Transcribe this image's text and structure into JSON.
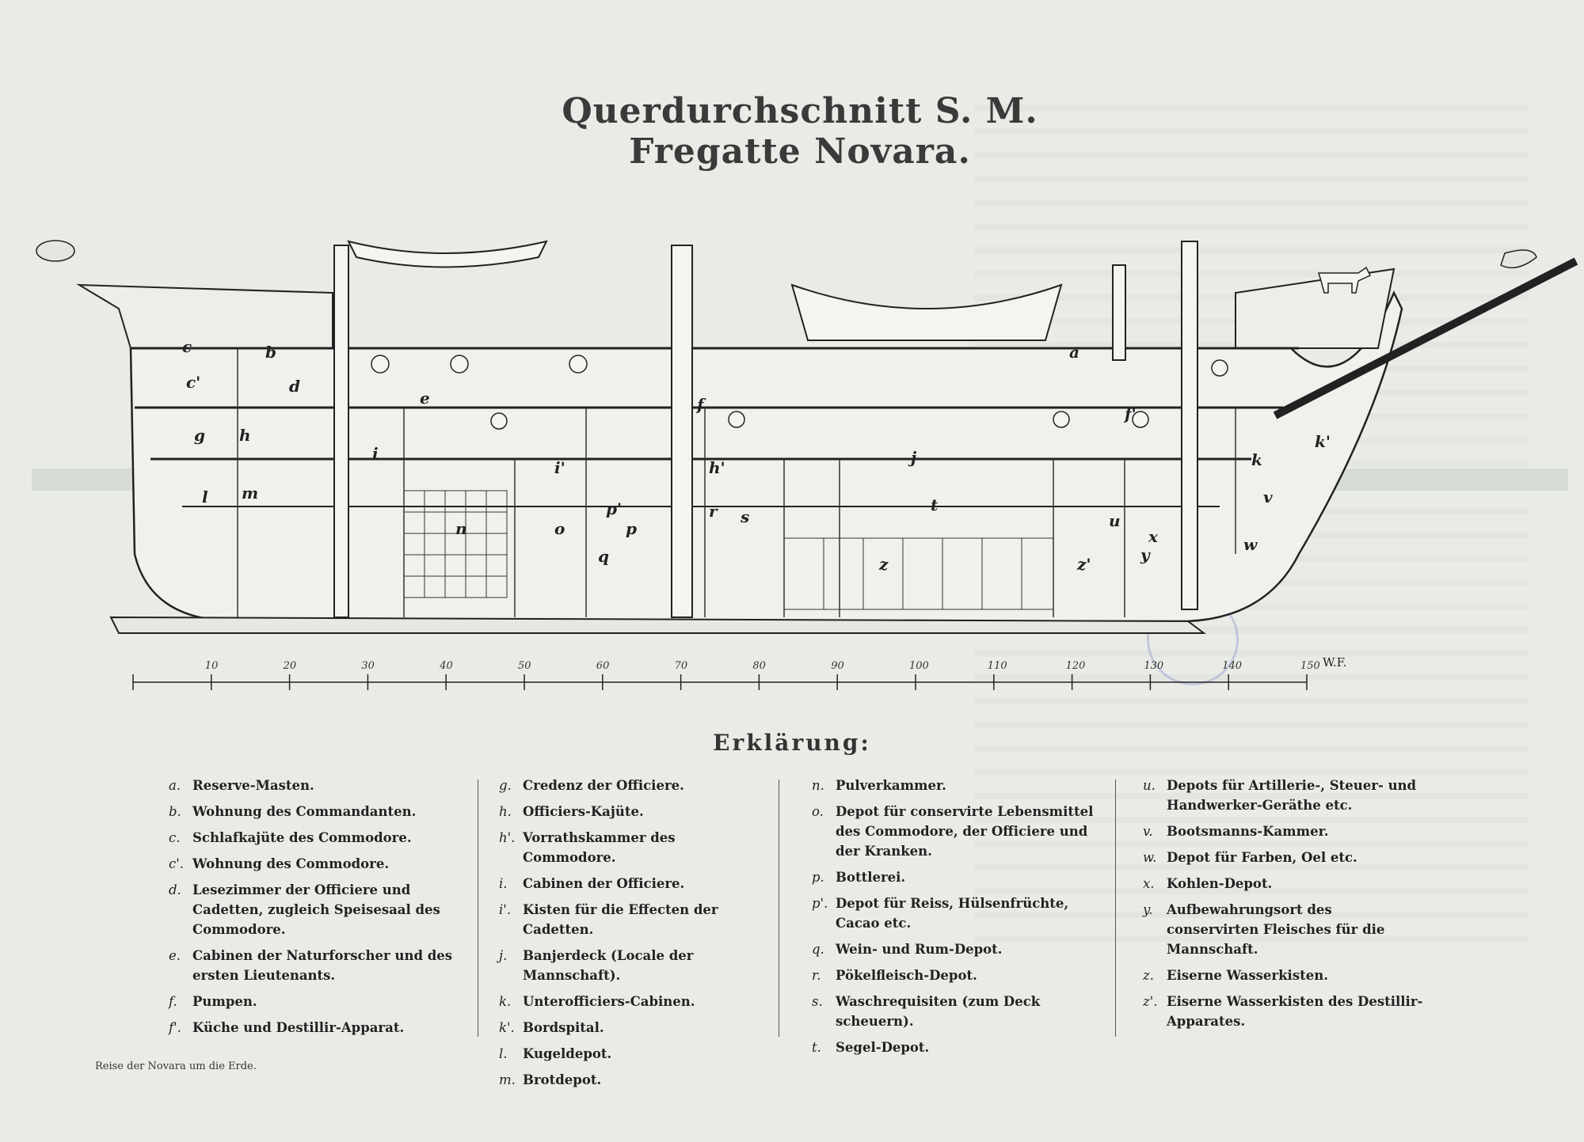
{
  "title": "Querdurchschnitt S. M. Fregatte Novara.",
  "ship_labels": [
    "a",
    "b",
    "c",
    "c'",
    "d",
    "e",
    "f",
    "f'",
    "g",
    "h",
    "h'",
    "i",
    "i'",
    "j",
    "k",
    "k'",
    "l",
    "m",
    "n",
    "o",
    "p",
    "p'",
    "q",
    "r",
    "s",
    "t",
    "u",
    "v",
    "w",
    "x",
    "y",
    "z",
    "z'"
  ],
  "scale": {
    "ticks": [
      "10",
      "20",
      "30",
      "40",
      "50",
      "60",
      "70",
      "80",
      "90",
      "100",
      "110",
      "120",
      "130",
      "140",
      "150"
    ],
    "unit": "W.F."
  },
  "legend": {
    "heading": "Erklärung:",
    "columns": [
      [
        {
          "key": "a.",
          "text": "Reserve-Masten."
        },
        {
          "key": "b.",
          "text": "Wohnung des Commandanten."
        },
        {
          "key": "c.",
          "text": "Schlafkajüte des Commodore."
        },
        {
          "key": "c'.",
          "text": "Wohnung des Commodore."
        },
        {
          "key": "d.",
          "text": "Lesezimmer der Officiere und Cadetten, zugleich Speisesaal des Commodore."
        },
        {
          "key": "e.",
          "text": "Cabinen der Naturforscher und des ersten Lieutenants."
        },
        {
          "key": "f.",
          "text": "Pumpen."
        },
        {
          "key": "f'.",
          "text": "Küche und Destillir-Apparat."
        }
      ],
      [
        {
          "key": "g.",
          "text": "Credenz der Officiere."
        },
        {
          "key": "h.",
          "text": "Officiers-Kajüte."
        },
        {
          "key": "h'.",
          "text": "Vorrathskammer des Commodore."
        },
        {
          "key": "i.",
          "text": "Cabinen der Officiere."
        },
        {
          "key": "i'.",
          "text": "Kisten für die Effecten der Cadetten."
        },
        {
          "key": "j.",
          "text": "Banjerdeck (Locale der Mannschaft)."
        },
        {
          "key": "k.",
          "text": "Unterofficiers-Cabinen."
        },
        {
          "key": "k'.",
          "text": "Bordspital."
        },
        {
          "key": "l.",
          "text": "Kugeldepot."
        },
        {
          "key": "m.",
          "text": "Brotdepot."
        }
      ],
      [
        {
          "key": "n.",
          "text": "Pulverkammer."
        },
        {
          "key": "o.",
          "text": "Depot für conservirte Lebensmittel des Commodore, der Officiere und der Kranken."
        },
        {
          "key": "p.",
          "text": "Bottlerei."
        },
        {
          "key": "p'.",
          "text": "Depot für Reiss, Hülsenfrüchte, Cacao etc."
        },
        {
          "key": "q.",
          "text": "Wein- und Rum-Depot."
        },
        {
          "key": "r.",
          "text": "Pökelfleisch-Depot."
        },
        {
          "key": "s.",
          "text": "Waschrequisiten (zum Deck scheuern)."
        },
        {
          "key": "t.",
          "text": "Segel-Depot."
        }
      ],
      [
        {
          "key": "u.",
          "text": "Depots für Artillerie-, Steuer- und Handwerker-Geräthe etc."
        },
        {
          "key": "v.",
          "text": "Bootsmanns-Kammer."
        },
        {
          "key": "w.",
          "text": "Depot für Farben, Oel etc."
        },
        {
          "key": "x.",
          "text": "Kohlen-Depot."
        },
        {
          "key": "y.",
          "text": "Aufbewahrungsort des conservirten Fleisches für die Mannschaft."
        },
        {
          "key": "z.",
          "text": "Eiserne Wasserkisten."
        },
        {
          "key": "z'.",
          "text": "Eiserne Wasserkisten des Destillir-Apparates."
        }
      ]
    ]
  },
  "footer": "Reise der Novara um die Erde."
}
